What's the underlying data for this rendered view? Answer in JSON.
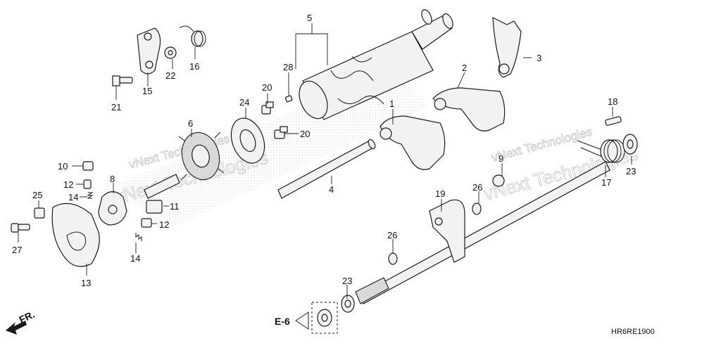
{
  "diagram": {
    "code": "HR6RE1900",
    "ref_label": "E-6",
    "direction_label": "FR.",
    "watermark": "vNext Technologies",
    "callouts": [
      "1",
      "2",
      "3",
      "4",
      "5",
      "6",
      "8",
      "9",
      "10",
      "11",
      "12",
      "12",
      "13",
      "14",
      "14",
      "15",
      "16",
      "17",
      "18",
      "19",
      "20",
      "20",
      "21",
      "22",
      "23",
      "23",
      "24",
      "25",
      "26",
      "26",
      "27",
      "28"
    ]
  },
  "colors": {
    "ink": "#1a1a1a",
    "watermark": "#8a8a8a",
    "background": "#ffffff"
  }
}
